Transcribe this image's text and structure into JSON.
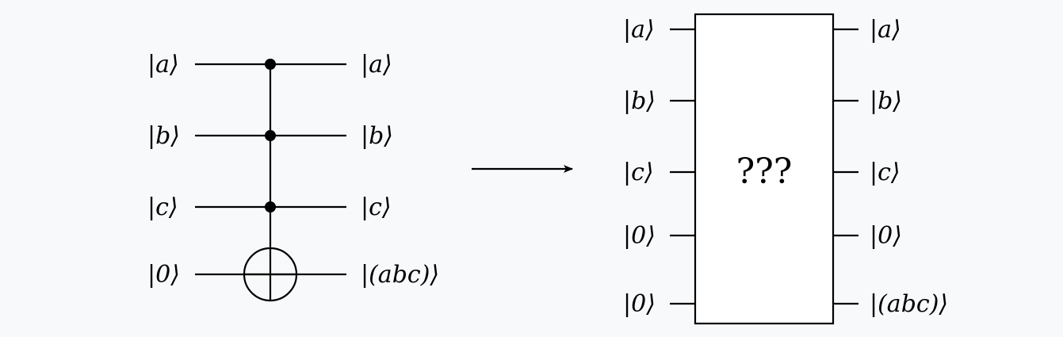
{
  "left_circuit": {
    "inputs": [
      "|a⟩",
      "|b⟩",
      "|c⟩",
      "|0⟩"
    ],
    "outputs": [
      "|a⟩",
      "|b⟩",
      "|c⟩",
      "|(abc)⟩"
    ]
  },
  "right_circuit": {
    "box_label": "???",
    "inputs": [
      "|a⟩",
      "|b⟩",
      "|c⟩",
      "|0⟩",
      "|0⟩"
    ],
    "outputs": [
      "|a⟩",
      "|b⟩",
      "|c⟩",
      "|0⟩",
      "|(abc)⟩"
    ]
  }
}
